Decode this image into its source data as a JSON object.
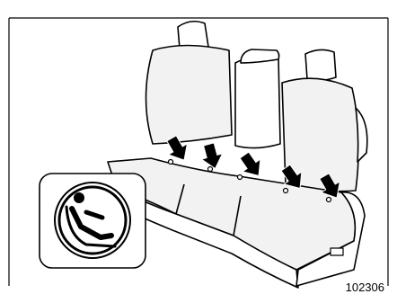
{
  "figure": {
    "figure_number": "102306",
    "subject": "rear-seat-isofix-lower-anchorages",
    "icon": "child-seat-anchor-icon",
    "pointer_arrow_count": 5,
    "colors": {
      "line": "#000000",
      "background": "#ffffff",
      "seat_shade": "#f2f2f2"
    }
  }
}
